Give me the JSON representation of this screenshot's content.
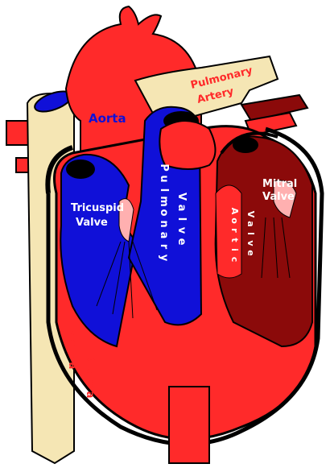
{
  "colors": {
    "red": "#ff2a2a",
    "dark_red": "#8b0a0a",
    "blue": "#1010d8",
    "tan": "#f5e6b4",
    "outline": "#000000",
    "pink_valve": "#ffb0b0"
  },
  "labels": {
    "aorta": "Aorta",
    "pulmonary_artery_line1": "Pulmonary",
    "pulmonary_artery_line2": "Artery",
    "tricuspid_line1": "Tricuspid",
    "tricuspid_line2": "Valve",
    "pulmonary_valve_col1": [
      "P",
      "u",
      "l",
      "m",
      "o",
      "n",
      "a",
      "r",
      "y"
    ],
    "pulmonary_valve_col2": [
      "V",
      "a",
      "l",
      "v",
      "e"
    ],
    "aortic_valve_col1": [
      "A",
      "o",
      "r",
      "t",
      "i",
      "c"
    ],
    "aortic_valve_col2": [
      "V",
      "a",
      "l",
      "v",
      "e"
    ],
    "mitral_line1": "Mitral",
    "mitral_line2": "Valve",
    "vena_cava_col1": [
      "V",
      "e",
      "n",
      "a"
    ],
    "vena_cava_col2": [
      "C",
      "a",
      "v",
      "a"
    ]
  }
}
